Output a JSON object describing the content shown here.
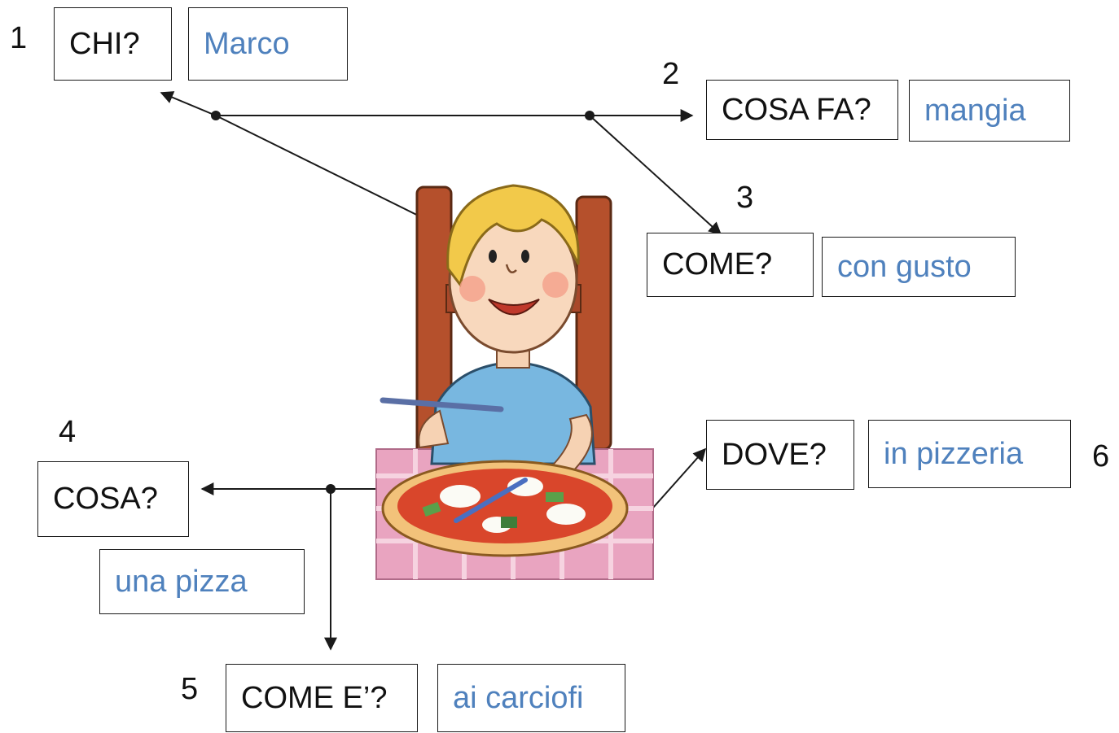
{
  "colors": {
    "question_text": "#111111",
    "answer_text": "#4f81bd",
    "line": "#1a1a1a"
  },
  "items": [
    {
      "number": "1",
      "question": "CHI?",
      "answer": "Marco"
    },
    {
      "number": "2",
      "question": "COSA FA?",
      "answer": "mangia"
    },
    {
      "number": "3",
      "question": "COME?",
      "answer": "con gusto"
    },
    {
      "number": "4",
      "question": "COSA?",
      "answer": "una pizza"
    },
    {
      "number": "5",
      "question": "COME E’?",
      "answer": "ai carciofi"
    },
    {
      "number": "6",
      "question": "DOVE?",
      "answer": "in pizzeria"
    }
  ],
  "illustration": {
    "icon": "boy-eating-pizza-illustration"
  }
}
